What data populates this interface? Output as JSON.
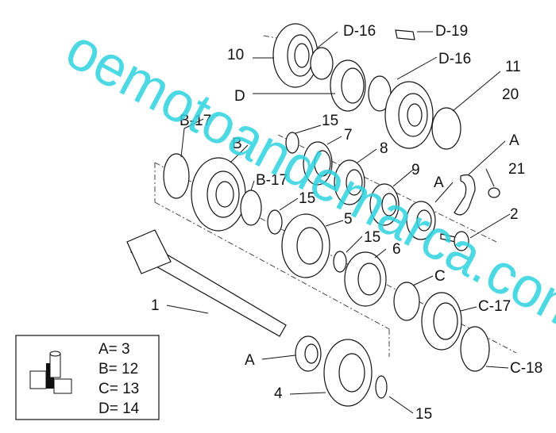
{
  "callouts": {
    "d16_top": "D-16",
    "d19": "D-19",
    "p10": "10",
    "d16_mid": "D-16",
    "p11": "11",
    "d": "D",
    "p20": "20",
    "b17_top": "B-17",
    "p15_a": "15",
    "p7": "7",
    "b": "B",
    "p8": "8",
    "a_right": "A",
    "b17_mid": "B-17",
    "p9": "9",
    "a_mid": "A",
    "p21": "21",
    "p15_b": "15",
    "p5": "5",
    "p2": "2",
    "p15_c": "15",
    "p6": "6",
    "c": "C",
    "p1": "1",
    "c17": "C-17",
    "a_bottom": "A",
    "c18": "C-18",
    "p4": "4",
    "p15_d": "15"
  },
  "legend": {
    "a": "A= 3",
    "b": "B= 12",
    "c": "C= 13",
    "d": "D= 14"
  },
  "watermark": "oemotoandemarca.com",
  "colors": {
    "watermark": "#2fd3df",
    "ink": "#111111"
  }
}
